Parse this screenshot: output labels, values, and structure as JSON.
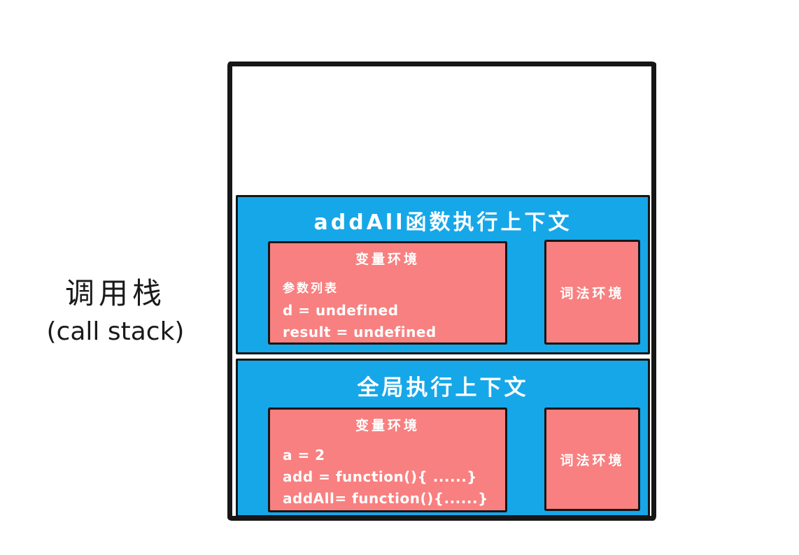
{
  "colors": {
    "frame_blue": "#16a7e9",
    "env_red": "#f88080",
    "stroke_black": "#161616",
    "text_white": "#ffffff",
    "text_black": "#1a1a1a"
  },
  "side_label": {
    "line1": "调用栈",
    "line2": "(call stack)"
  },
  "stack": {
    "frames": [
      {
        "title": "addAll函数执行上下文",
        "variable_env": {
          "title": "变量环境",
          "lines": [
            "参数列表",
            "d = undefined",
            "result = undefined"
          ]
        },
        "lexical_env": {
          "title": "词法环境"
        }
      },
      {
        "title": "全局执行上下文",
        "variable_env": {
          "title": "变量环境",
          "lines": [
            "a = 2",
            "add = function(){ ......}",
            "addAll= function(){......}"
          ]
        },
        "lexical_env": {
          "title": "词法环境"
        }
      }
    ]
  }
}
